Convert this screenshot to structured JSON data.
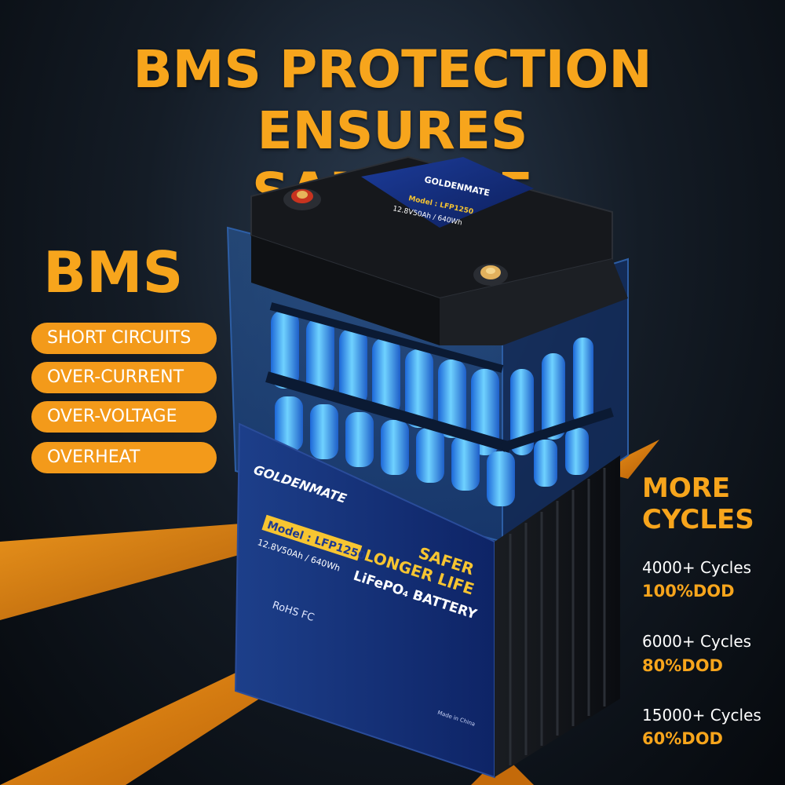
{
  "headline": {
    "line1": "BMS PROTECTION ENSURES",
    "line2": "SAFE USE"
  },
  "bms": {
    "title": "BMS",
    "features": [
      "SHORT CIRCUITS",
      "OVER-CURRENT",
      "OVER-VOLTAGE",
      "OVERHEAT"
    ]
  },
  "cycles": {
    "title_line1": "MORE",
    "title_line2": "CYCLES",
    "items": [
      {
        "cycles": "4000+ Cycles",
        "dod": "100%DOD"
      },
      {
        "cycles": "6000+ Cycles",
        "dod": "80%DOD"
      },
      {
        "cycles": "15000+ Cycles",
        "dod": "60%DOD"
      }
    ]
  },
  "battery": {
    "brand": "GOLDENMATE",
    "model": "Model : LFP1250",
    "spec": "12.8V50Ah / 640Wh",
    "top_model": "Model : LFP1250",
    "top_spec": "12.8V50Ah / 640Wh",
    "slogan1": "SAFER",
    "slogan2": "LONGER LIFE",
    "chem": "LiFePO₄ BATTERY",
    "certs": "RoHS FC",
    "origin": "Made in China"
  },
  "colors": {
    "accent": "#f7a51c",
    "pill": "#f39a1a",
    "label_blue": "#1f3a8f"
  }
}
